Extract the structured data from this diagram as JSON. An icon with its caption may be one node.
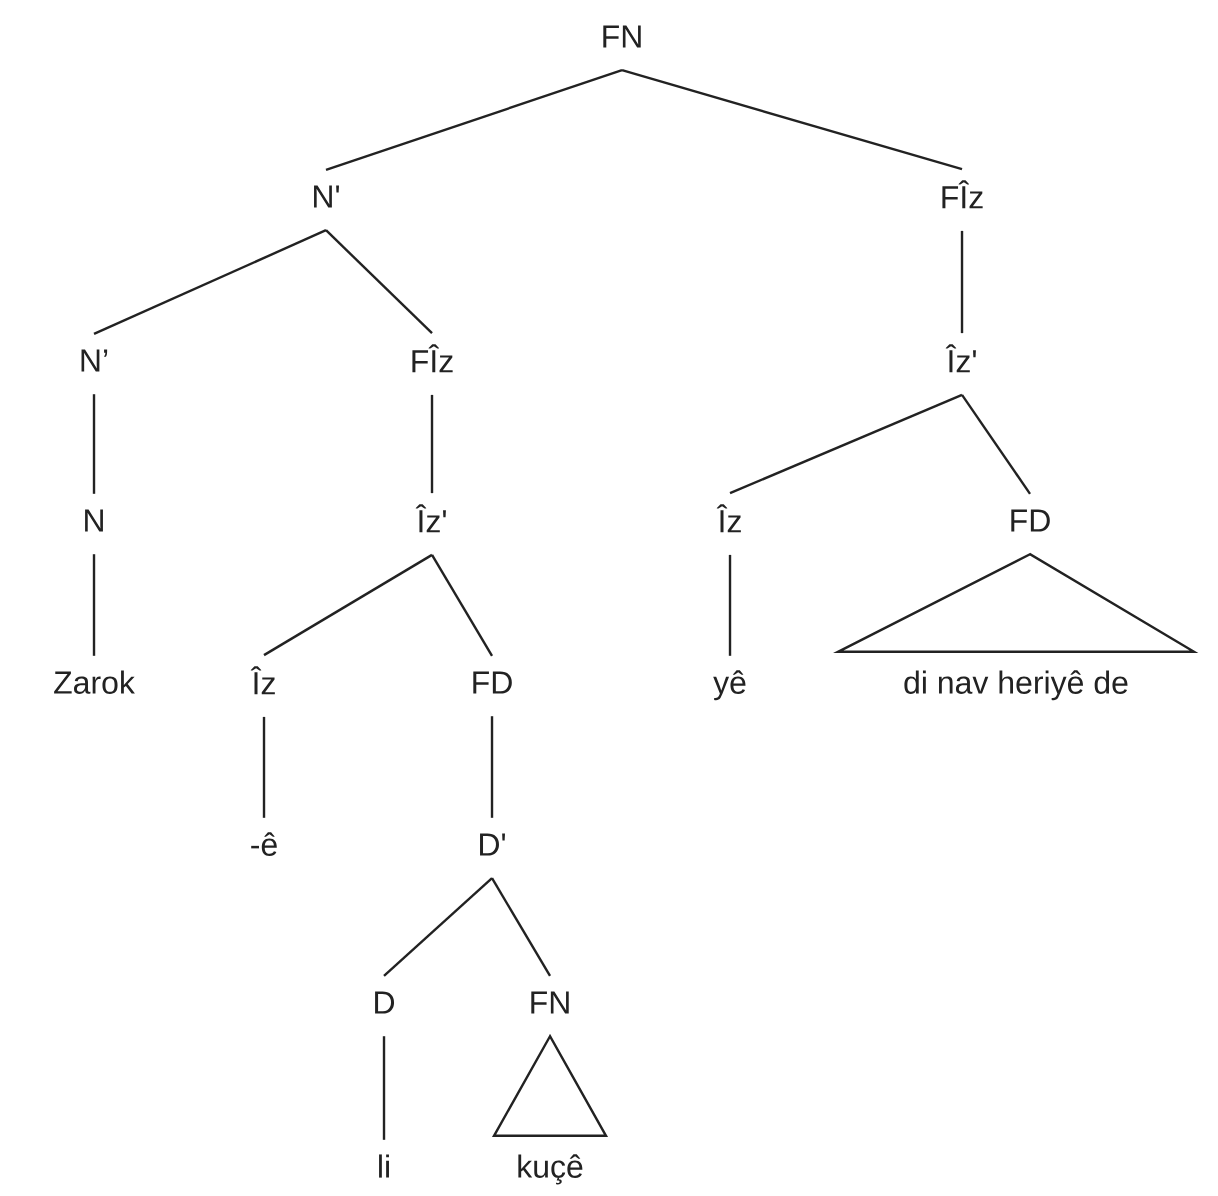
{
  "diagram": {
    "nodes": [
      {
        "text": [
          "FN"
        ]
      },
      {
        "text": [
          "N'"
        ]
      },
      {
        "text": [
          "FÎz"
        ]
      },
      {
        "text": [
          "N’"
        ]
      },
      {
        "text": [
          "FÎz"
        ]
      },
      {
        "text": [
          "Îz'"
        ]
      },
      {
        "text": [
          "N"
        ]
      },
      {
        "text": [
          "Îz'"
        ]
      },
      {
        "text": [
          "Îz"
        ]
      },
      {
        "text": [
          "FD"
        ]
      },
      {
        "text": [
          "Zarok"
        ]
      },
      {
        "text": [
          "Îz"
        ]
      },
      {
        "text": [
          "FD"
        ]
      },
      {
        "text": [
          "yê"
        ]
      },
      {
        "text": [
          "di nav heriyê de"
        ]
      },
      {
        "text": [
          "-ê"
        ]
      },
      {
        "text": [
          "D'"
        ]
      },
      {
        "text": [
          "D"
        ]
      },
      {
        "text": [
          "FN"
        ]
      },
      {
        "text": [
          "li"
        ]
      },
      {
        "text": [
          "kuçê"
        ]
      }
    ],
    "edges": [
      {
        "from": 0,
        "to": 1,
        "arrow": "none"
      },
      {
        "from": 0,
        "to": 2,
        "arrow": "none"
      },
      {
        "from": 1,
        "to": 3,
        "arrow": "none"
      },
      {
        "from": 1,
        "to": 4,
        "arrow": "none"
      },
      {
        "from": 2,
        "to": 5,
        "arrow": "none"
      },
      {
        "from": 3,
        "to": 6,
        "arrow": "none"
      },
      {
        "from": 4,
        "to": 7,
        "arrow": "none"
      },
      {
        "from": 5,
        "to": 8,
        "arrow": "none"
      },
      {
        "from": 5,
        "to": 9,
        "arrow": "none"
      },
      {
        "from": 6,
        "to": 10,
        "arrow": "none"
      },
      {
        "from": 7,
        "to": 11,
        "arrow": "none"
      },
      {
        "from": 7,
        "to": 12,
        "arrow": "none"
      },
      {
        "from": 8,
        "to": 13,
        "arrow": "none"
      },
      {
        "from": 9,
        "to": 14,
        "arrow": "none"
      },
      {
        "from": 11,
        "to": 15,
        "arrow": "none"
      },
      {
        "from": 12,
        "to": 16,
        "arrow": "none"
      },
      {
        "from": 16,
        "to": 17,
        "arrow": "none"
      },
      {
        "from": 16,
        "to": 18,
        "arrow": "none"
      },
      {
        "from": 17,
        "to": 19,
        "arrow": "none"
      },
      {
        "from": 18,
        "to": 20,
        "arrow": "none"
      }
    ]
  }
}
